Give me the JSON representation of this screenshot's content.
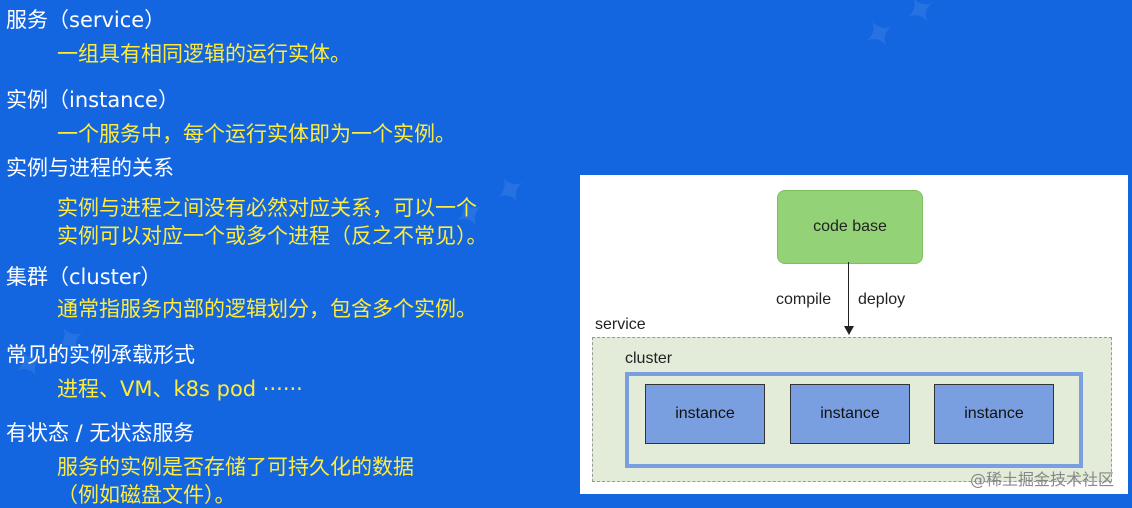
{
  "sections": [
    {
      "heading": "服务（service）",
      "lines": [
        "一组具有相同逻辑的运行实体。"
      ]
    },
    {
      "heading": "实例（instance）",
      "lines": [
        "一个服务中，每个运行实体即为一个实例。"
      ]
    },
    {
      "heading": "实例与进程的关系",
      "lines": [
        "实例与进程之间没有必然对应关系，可以一个",
        "实例可以对应一个或多个进程（反之不常见）。"
      ]
    },
    {
      "heading": "集群（cluster）",
      "lines": [
        "通常指服务内部的逻辑划分，包含多个实例。"
      ]
    },
    {
      "heading": "常见的实例承载形式",
      "lines": [
        "进程、VM、k8s pod ······"
      ]
    },
    {
      "heading": "有状态 / 无状态服务",
      "lines": [
        "服务的实例是否存储了可持久化的数据",
        "（例如磁盘文件）。"
      ]
    }
  ],
  "diagram": {
    "code_base": "code base",
    "compile": "compile",
    "deploy": "deploy",
    "service": "service",
    "cluster": "cluster",
    "instances": [
      "instance",
      "instance",
      "instance"
    ]
  },
  "credit": "@稀土掘金技术社区",
  "colors": {
    "background": "#1466e0",
    "heading": "#ffffff",
    "description": "#ffeb3b",
    "code_base_fill": "#93d276",
    "instance_fill": "#7a9fe0",
    "service_fill": "#e2ecd8"
  }
}
